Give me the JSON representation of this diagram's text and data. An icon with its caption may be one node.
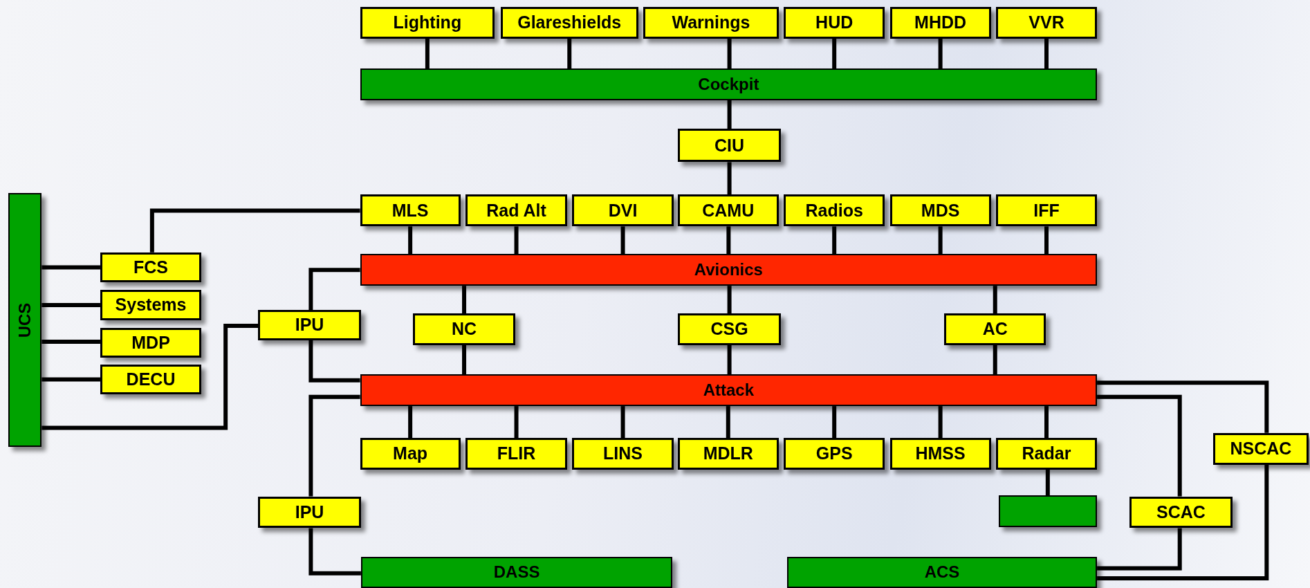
{
  "diagram": {
    "nodes": [
      {
        "text": [
          "Lighting"
        ]
      },
      {
        "text": [
          "Glareshields"
        ]
      },
      {
        "text": [
          "Warnings"
        ]
      },
      {
        "text": [
          "HUD"
        ]
      },
      {
        "text": [
          "MHDD"
        ]
      },
      {
        "text": [
          "VVR"
        ]
      },
      {
        "text": [
          "Cockpit"
        ]
      },
      {
        "text": [
          "CIU"
        ]
      },
      {
        "text": [
          "UCS"
        ]
      },
      {
        "text": [
          "MLS"
        ]
      },
      {
        "text": [
          "Rad Alt"
        ]
      },
      {
        "text": [
          "DVI"
        ]
      },
      {
        "text": [
          "CAMU"
        ]
      },
      {
        "text": [
          "Radios"
        ]
      },
      {
        "text": [
          "MDS"
        ]
      },
      {
        "text": [
          "IFF"
        ]
      },
      {
        "text": [
          "FCS"
        ]
      },
      {
        "text": [
          "Avionics"
        ]
      },
      {
        "text": [
          "Systems"
        ]
      },
      {
        "text": [
          "IPU"
        ]
      },
      {
        "text": [
          "NC"
        ]
      },
      {
        "text": [
          "CSG"
        ]
      },
      {
        "text": [
          "AC"
        ]
      },
      {
        "text": [
          "MDP"
        ]
      },
      {
        "text": [
          "DECU"
        ]
      },
      {
        "text": [
          "Attack"
        ]
      },
      {
        "text": [
          "Map"
        ]
      },
      {
        "text": [
          "FLIR"
        ]
      },
      {
        "text": [
          "LINS"
        ]
      },
      {
        "text": [
          "MDLR"
        ]
      },
      {
        "text": [
          "GPS"
        ]
      },
      {
        "text": [
          "HMSS"
        ]
      },
      {
        "text": [
          "Radar"
        ]
      },
      {
        "text": [
          "NSCAC"
        ]
      },
      {
        "text": [
          "IPU"
        ]
      },
      {
        "text": [],
        "shape": "box"
      },
      {
        "text": [
          "SCAC"
        ]
      },
      {
        "text": [
          "DASS"
        ]
      },
      {
        "text": [
          "ACS"
        ]
      }
    ],
    "edges": [
      {
        "from": 0,
        "to": 6,
        "arrow": "none"
      },
      {
        "from": 1,
        "to": 6,
        "arrow": "none"
      },
      {
        "from": 2,
        "to": 6,
        "arrow": "none"
      },
      {
        "from": 3,
        "to": 6,
        "arrow": "none"
      },
      {
        "from": 4,
        "to": 6,
        "arrow": "none"
      },
      {
        "from": 5,
        "to": 6,
        "arrow": "none"
      },
      {
        "from": 6,
        "to": 7,
        "arrow": "none"
      },
      {
        "from": 7,
        "to": 12,
        "arrow": "none"
      },
      {
        "from": 9,
        "to": 17,
        "arrow": "none"
      },
      {
        "from": 10,
        "to": 17,
        "arrow": "none"
      },
      {
        "from": 11,
        "to": 17,
        "arrow": "none"
      },
      {
        "from": 12,
        "to": 17,
        "arrow": "none"
      },
      {
        "from": 13,
        "to": 17,
        "arrow": "none"
      },
      {
        "from": 14,
        "to": 17,
        "arrow": "none"
      },
      {
        "from": 15,
        "to": 17,
        "arrow": "none"
      },
      {
        "from": 9,
        "to": 16,
        "arrow": "none"
      },
      {
        "from": 8,
        "to": 16,
        "arrow": "none"
      },
      {
        "from": 8,
        "to": 18,
        "arrow": "none"
      },
      {
        "from": 8,
        "to": 23,
        "arrow": "none"
      },
      {
        "from": 8,
        "to": 24,
        "arrow": "none"
      },
      {
        "from": 8,
        "to": 19,
        "arrow": "none"
      },
      {
        "from": 19,
        "to": 17,
        "arrow": "none"
      },
      {
        "from": 19,
        "to": 25,
        "arrow": "none"
      },
      {
        "from": 17,
        "to": 20,
        "arrow": "none"
      },
      {
        "from": 20,
        "to": 25,
        "arrow": "none"
      },
      {
        "from": 17,
        "to": 21,
        "arrow": "none"
      },
      {
        "from": 21,
        "to": 25,
        "arrow": "none"
      },
      {
        "from": 17,
        "to": 22,
        "arrow": "none"
      },
      {
        "from": 22,
        "to": 25,
        "arrow": "none"
      },
      {
        "from": 25,
        "to": 26,
        "arrow": "none"
      },
      {
        "from": 25,
        "to": 27,
        "arrow": "none"
      },
      {
        "from": 25,
        "to": 28,
        "arrow": "none"
      },
      {
        "from": 25,
        "to": 29,
        "arrow": "none"
      },
      {
        "from": 25,
        "to": 30,
        "arrow": "none"
      },
      {
        "from": 25,
        "to": 31,
        "arrow": "none"
      },
      {
        "from": 25,
        "to": 32,
        "arrow": "none"
      },
      {
        "from": 32,
        "to": 35,
        "arrow": "none"
      },
      {
        "from": 25,
        "to": 34,
        "arrow": "none"
      },
      {
        "from": 34,
        "to": 37,
        "arrow": "none"
      },
      {
        "from": 25,
        "to": 36,
        "arrow": "none"
      },
      {
        "from": 36,
        "to": 38,
        "arrow": "none"
      },
      {
        "from": 25,
        "to": 33,
        "arrow": "none"
      },
      {
        "from": 33,
        "to": 38,
        "arrow": "none"
      }
    ]
  }
}
